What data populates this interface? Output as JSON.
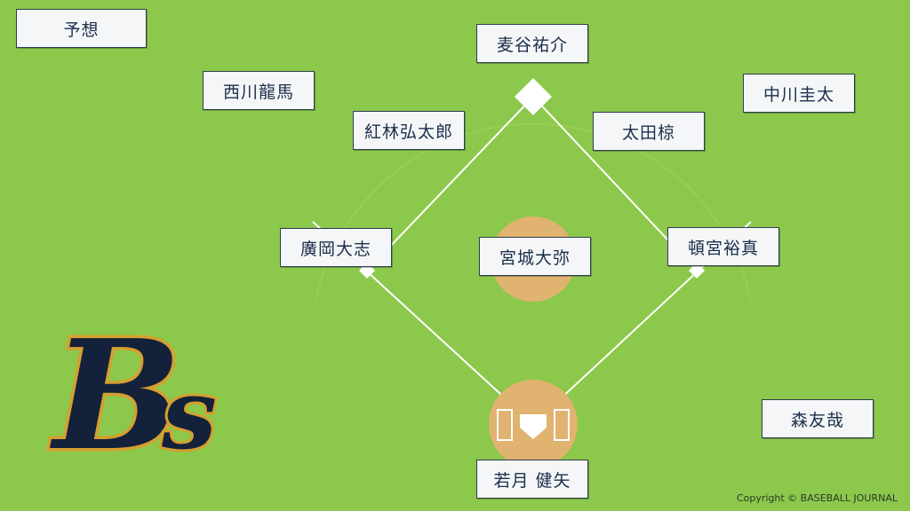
{
  "title": "予想",
  "positions": {
    "pitcher": "宮城大弥",
    "catcher": "若月 健矢",
    "first_base": "頓宮裕真",
    "second_base": "太田椋",
    "third_base": "廣岡大志",
    "shortstop": "紅林弘太郎",
    "left_field": "西川龍馬",
    "center_field": "麦谷祐介",
    "right_field": "中川圭太",
    "designated_hitter": "森友哉"
  },
  "logo": {
    "team_mark": "Bs",
    "colors": {
      "fill": "#14213a",
      "outline": "#d4a030"
    }
  },
  "copyright": "Copyright © BASEBALL JOURNAL",
  "colors": {
    "field": "#8cc84b",
    "dirt": "#e1b370",
    "lines": "#ffffff",
    "label_bg": "#f4f6f8",
    "label_text": "#1c2e4a"
  }
}
